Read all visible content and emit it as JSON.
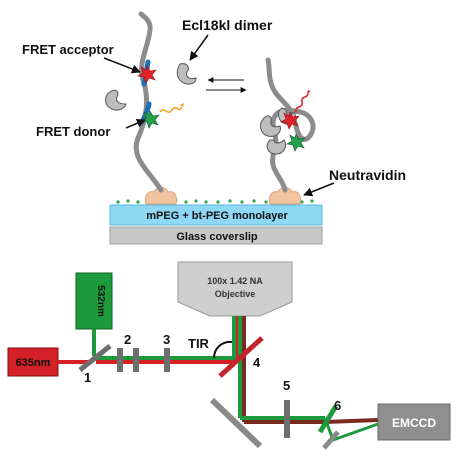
{
  "labels": {
    "ecl18kl_dimer": "Ecl18kl dimer",
    "fret_acceptor": "FRET acceptor",
    "fret_donor": "FRET donor",
    "neutravidin": "Neutravidin",
    "monolayer": "mPEG + bt-PEG monolayer",
    "coverslip": "Glass coverslip",
    "objective_line1": "100x 1.42 NA",
    "objective_line2": "Objective",
    "laser_532": "532nm",
    "laser_635": "635nm",
    "tir": "TIR",
    "emccd": "EMCCD",
    "n1": "1",
    "n2": "2",
    "n3": "3",
    "n4": "4",
    "n5": "5",
    "n6": "6"
  },
  "colors": {
    "dna_gray": "#8c8c8c",
    "dna_blue": "#1f6fb4",
    "acceptor_red": "#e0232a",
    "donor_green": "#22a04a",
    "protein_gray": "#bdbdbd",
    "neutravidin": "#f2c4a0",
    "monolayer": "#8ed8f5",
    "coverslip": "#c8c8c8",
    "laser_green": "#1d9b3c",
    "laser_red": "#d42127",
    "beam_brown": "#7a2b1f",
    "emccd_gray": "#8f8f8f",
    "optic_gray": "#6e6e6e"
  }
}
